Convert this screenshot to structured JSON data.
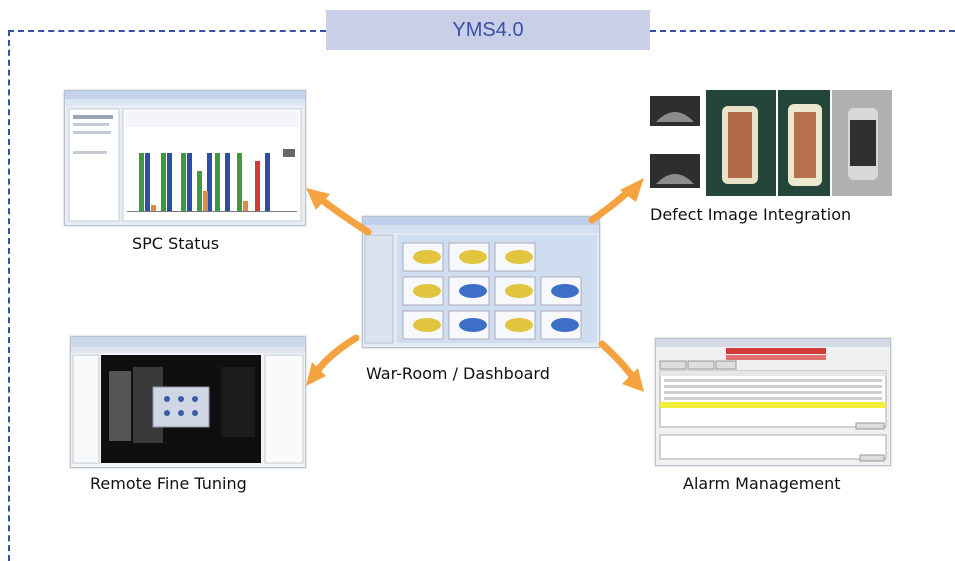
{
  "title": "YMS4.0",
  "center": {
    "label": "War-Room / Dashboard"
  },
  "modules": {
    "spc": {
      "label": "SPC Status"
    },
    "defect": {
      "label": "Defect Image Integration"
    },
    "remote": {
      "label": "Remote Fine Tuning"
    },
    "alarm": {
      "label": "Alarm Management",
      "window_title": "Unhandle Alarms List"
    }
  },
  "colors": {
    "frame": "#3a4fa6",
    "title_bg": "#c9cfe6",
    "arrow": "#f4a340"
  }
}
